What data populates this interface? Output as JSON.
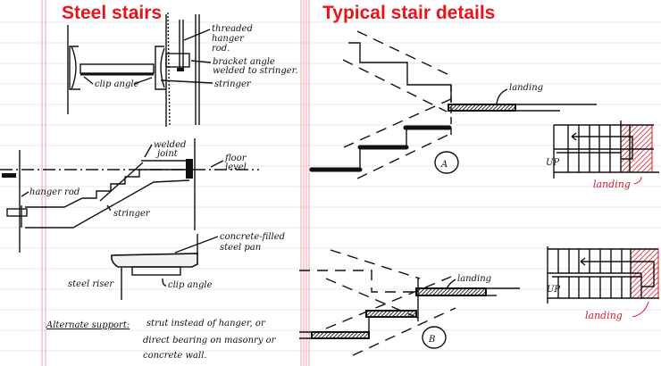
{
  "left": {
    "title": "Steel stairs",
    "labels": {
      "threaded_1": "threaded",
      "threaded_2": "hanger",
      "threaded_3": "rod.",
      "bracket_1": "bracket angle",
      "bracket_2": "welded to stringer.",
      "stringer_top": "stringer",
      "clip_angle_top": "clip angle",
      "welded_1": "welded",
      "welded_2": "joint",
      "floor_1": "floor",
      "floor_2": "level",
      "hanger_rod": "hanger rod",
      "stringer_mid": "stringer",
      "concrete_1": "concrete-filled",
      "concrete_2": "steel pan",
      "steel_riser": "steel riser",
      "clip_angle_bottom": "clip angle"
    },
    "note": {
      "heading": "Alternate support:",
      "line1": "strut instead of hanger, or",
      "line2": "direct bearing on masonry or",
      "line3": "concrete wall."
    }
  },
  "right": {
    "title": "Typical stair details",
    "detail_a": {
      "marker": "A",
      "landing": "landing",
      "plan_up": "UP",
      "plan_landing": "landing"
    },
    "detail_b": {
      "marker": "B",
      "landing": "landing",
      "plan_up": "UP",
      "plan_landing": "landing"
    }
  },
  "colors": {
    "accent": "#e8141b",
    "landing_fill": "#e0505e"
  }
}
